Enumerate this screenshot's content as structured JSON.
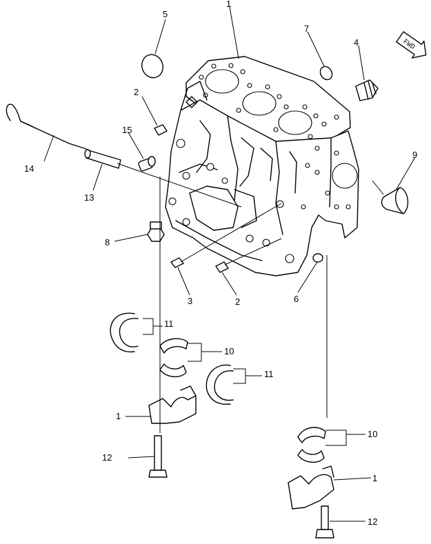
{
  "callouts": {
    "c1_top": "1",
    "c2_upper": "2",
    "c2_lower": "2",
    "c3": "3",
    "c5": "5",
    "c6": "6",
    "c7": "7",
    "c4": "4",
    "c8": "8",
    "c9": "9",
    "c10_left": "10",
    "c10_right": "10",
    "c11_upper": "11",
    "c11_lower": "11",
    "c1_left": "1",
    "c1_right": "1",
    "c12_left": "12",
    "c12_right": "12",
    "c13": "13",
    "c14": "14",
    "c15": "15"
  },
  "direction_label": "FWD"
}
